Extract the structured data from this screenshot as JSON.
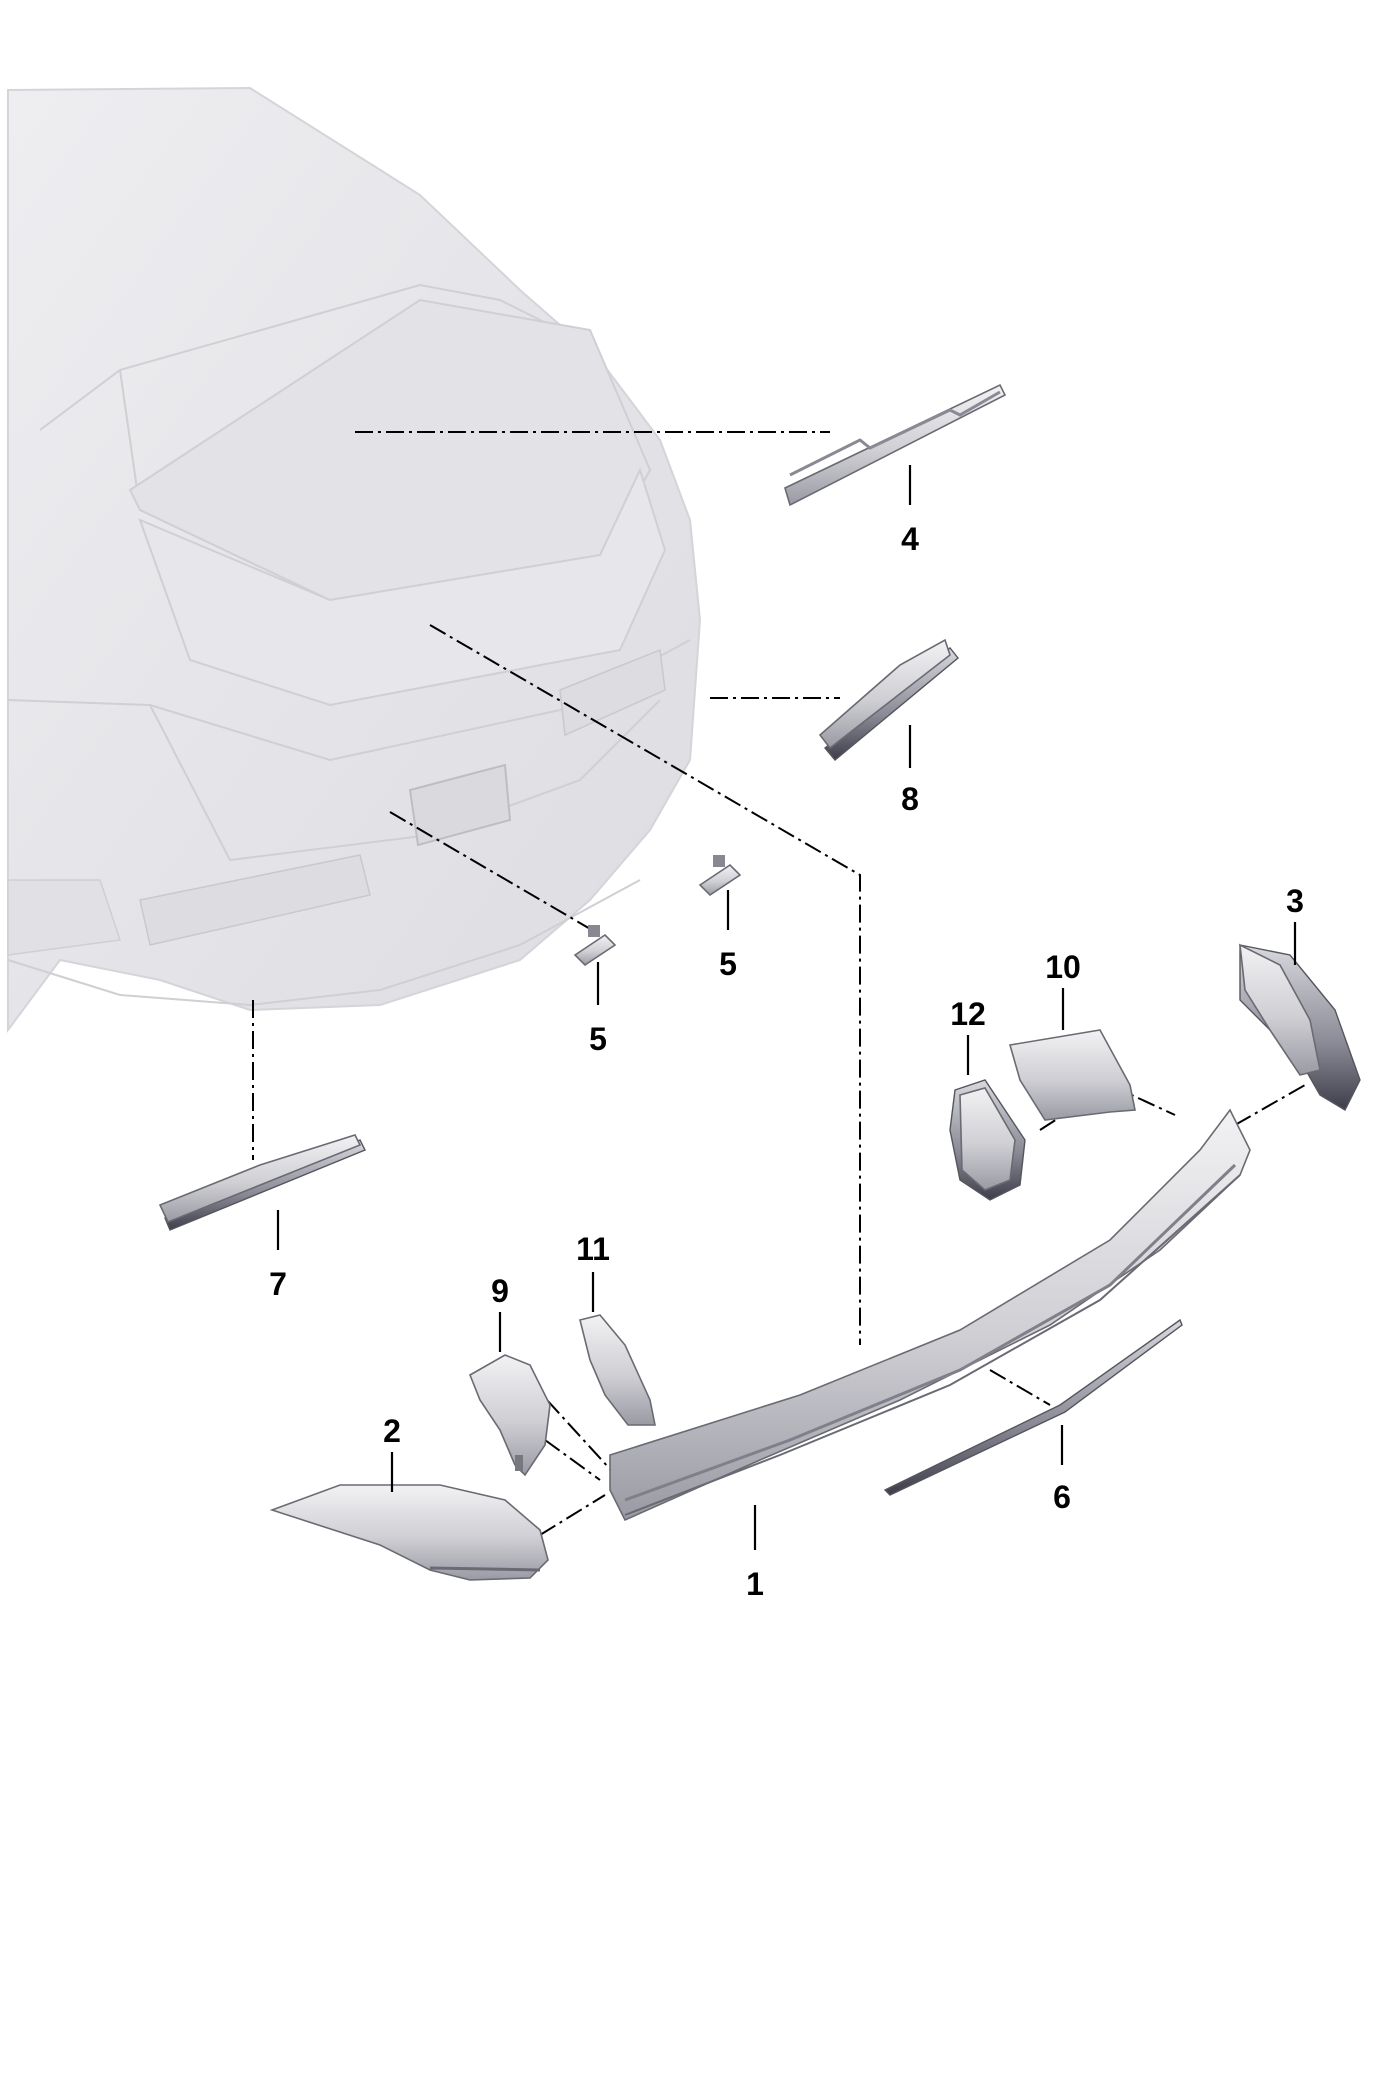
{
  "callouts": {
    "p1": "1",
    "p2": "2",
    "p3": "3",
    "p4": "4",
    "p5a": "5",
    "p5b": "5",
    "p6": "6",
    "p7": "7",
    "p8": "8",
    "p9": "9",
    "p10": "10",
    "p11": "11",
    "p12": "12"
  },
  "colors": {
    "car_body": "#e6e6ea",
    "car_outline": "#cfcfd4",
    "part_light": "#e9e9ec",
    "part_dark": "#5a5a66",
    "leader": "#000000"
  }
}
